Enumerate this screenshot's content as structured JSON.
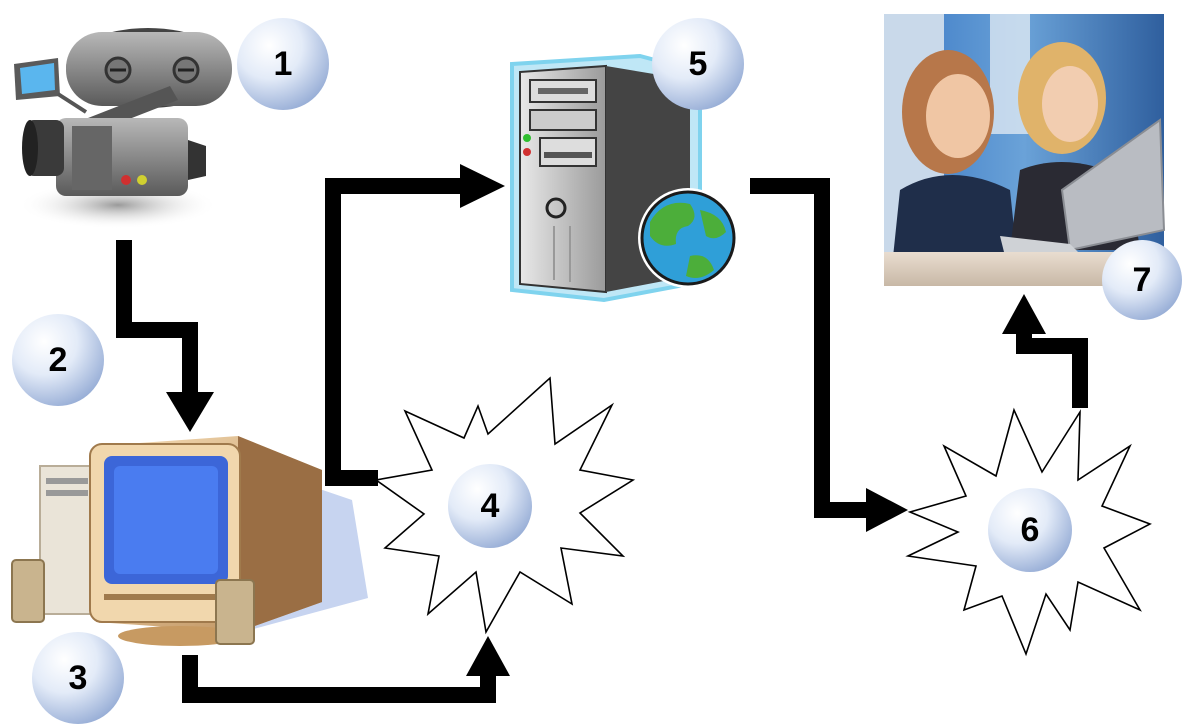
{
  "steps": [
    {
      "label": "1",
      "icon": "video-camera-icon"
    },
    {
      "label": "2",
      "icon": "arrow-icon"
    },
    {
      "label": "3",
      "icon": "desktop-computer-icon"
    },
    {
      "label": "4",
      "icon": "burst-icon"
    },
    {
      "label": "5",
      "icon": "web-server-icon"
    },
    {
      "label": "6",
      "icon": "burst-icon"
    },
    {
      "label": "7",
      "icon": "students-laptop-photo"
    }
  ],
  "colors": {
    "arrow": "#000000",
    "badge_light": "#eef3fb",
    "badge_dark": "#8fa8d6",
    "server_outline": "#7fd3ee",
    "screen_blue": "#4a7cf0",
    "monitor_body": "#e8c79a",
    "globe_ocean": "#2f9fd8",
    "globe_land": "#4cae3a"
  }
}
